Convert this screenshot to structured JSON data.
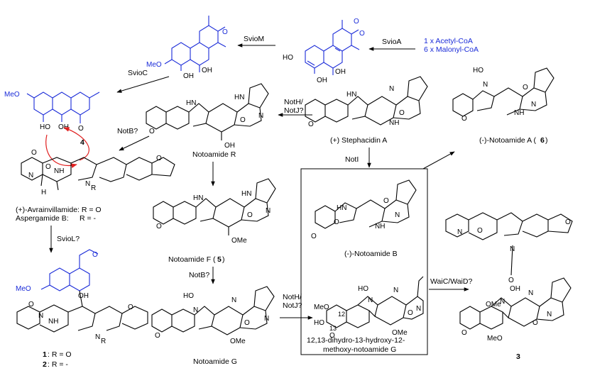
{
  "colors": {
    "blue": "#1a2bd8",
    "red": "#e02020",
    "black": "#000000"
  },
  "reagents": {
    "line1": "1 x Acetyl-CoA",
    "line2": "6 x Malonyl-CoA"
  },
  "enzymes": {
    "svioA": "SvioA",
    "svioM": "SvioM",
    "svioC": "SvioC",
    "notHJ_top_1": "NotH/",
    "notHJ_top_2": "NotJ?",
    "notB_left": "NotB?",
    "notB_mid": "NotB?",
    "notI": "NotI",
    "svioL": "SvioL?",
    "notHJ_bot_1": "NotH/",
    "notHJ_bot_2": "NotJ?",
    "waiCD": "WaiC/WaiD?"
  },
  "compounds": {
    "stephacidin": "(+) Stephacidin A",
    "notoamideR": "Notoamide R",
    "notoamideA_pre": "(-)-Notoamide A (",
    "notoamideA_num": "6",
    "notoamideA_post": ")",
    "notoamideB": "(-)-Notoamide B",
    "notoamideF_pre": "Notoamide F (",
    "notoamideF_num": "5",
    "notoamideF_post": ")",
    "notoamideG": "Notoamide G",
    "dihydro_1": "12,13-dihydro-13-hydroxy-12-",
    "dihydro_2": "methoxy-notoamide G",
    "avrain_1": "(+)-Avrainvillamide: R = O",
    "avrain_2a": "Aspergamide B:",
    "avrain_2b": "R = -",
    "cmpd4": "4",
    "cmpd3": "3",
    "cmpd1_num": "1",
    "cmpd1_txt": ": R = O",
    "cmpd2_num": "2",
    "cmpd2_txt": ": R = -"
  },
  "atoms": {
    "OH": "OH",
    "HO": "HO",
    "MeO": "MeO",
    "OMe": "OMe",
    "O": "O",
    "NH": "NH",
    "HN": "HN",
    "N": "N",
    "H": "H",
    "R": "R",
    "HOa": "HO",
    "l12": "12",
    "l13": "13"
  }
}
